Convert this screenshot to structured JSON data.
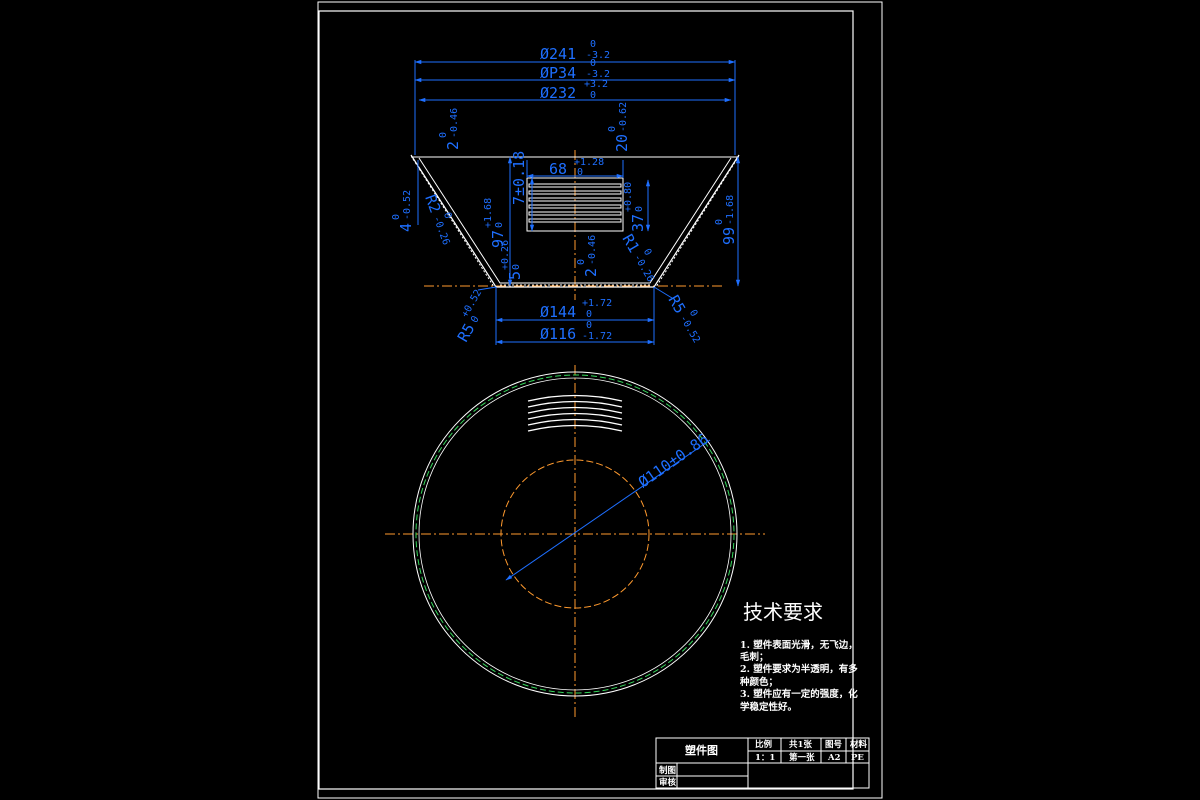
{
  "colors": {
    "background": "#000000",
    "outline": "#ffffff",
    "dimension": "#1e6fff",
    "centerline": "#ff9a2e",
    "rim_dashed": "#34d65a"
  },
  "dimensions": {
    "d241": {
      "base": "Ø241",
      "sup": "0",
      "sub": "-3.2"
    },
    "d234": {
      "base": "ØP34",
      "sup": "0",
      "sub": "-3.2"
    },
    "d232": {
      "base": "Ø232",
      "sup": "+3.2",
      "sub": "0"
    },
    "left_wall": {
      "base": "2",
      "sup": "0",
      "sub": "-0.46"
    },
    "right_wall": {
      "base": "20",
      "sup": "0",
      "sub": "-0.62"
    },
    "slot_len": {
      "base": "68",
      "sup": "+1.28",
      "sub": "0"
    },
    "slot_w": {
      "base": "7±0.18"
    },
    "left_h": {
      "base": "4",
      "sup": "0",
      "sub": "-0.52"
    },
    "r2": {
      "base": "R2",
      "sup": "0",
      "sub": "-0.26"
    },
    "h97": {
      "base": "97",
      "sup": "+1.68",
      "sub": "0"
    },
    "h_small": {
      "base": "5",
      "sup": "+0.26",
      "sub": "0"
    },
    "h37": {
      "base": "37",
      "sup": "+0.80",
      "sub": "0"
    },
    "r1": {
      "base": "R1",
      "sup": "0",
      "sub": "-0.26"
    },
    "h99": {
      "base": "99",
      "sup": "0",
      "sub": "-1.68"
    },
    "bottom_wall": {
      "base": "2",
      "sup": "0",
      "sub": "-0.46"
    },
    "r5_left": {
      "base": "R5",
      "sup": "+0.52",
      "sub": "0"
    },
    "r5_right": {
      "base": "R5",
      "sup": "0",
      "sub": "-0.52"
    },
    "d144": {
      "base": "Ø144",
      "sup": "+1.72",
      "sub": "0"
    },
    "d116": {
      "base": "Ø116",
      "sup": "0",
      "sub": "-1.72"
    },
    "d110": {
      "base": "Ø110±0.86"
    }
  },
  "tech": {
    "title": "技术要求",
    "lines": [
      "1. 塑件表面光滑，无飞边，",
      "毛刺；",
      "2. 塑件要求为半透明，有多",
      "种颜色；",
      "3. 塑件应有一定的强度，化",
      "学稳定性好。"
    ]
  },
  "title_block": {
    "name": "塑件图",
    "scale_label": "比例",
    "sheets_label": "共1张",
    "dwg_no_label": "图号",
    "material_label": "材料",
    "scale_value": "1：1",
    "sheet_value": "第一张",
    "dwg_no_value": "A2",
    "material_value": "PE",
    "drawn_label": "制图",
    "checked_label": "审核"
  }
}
